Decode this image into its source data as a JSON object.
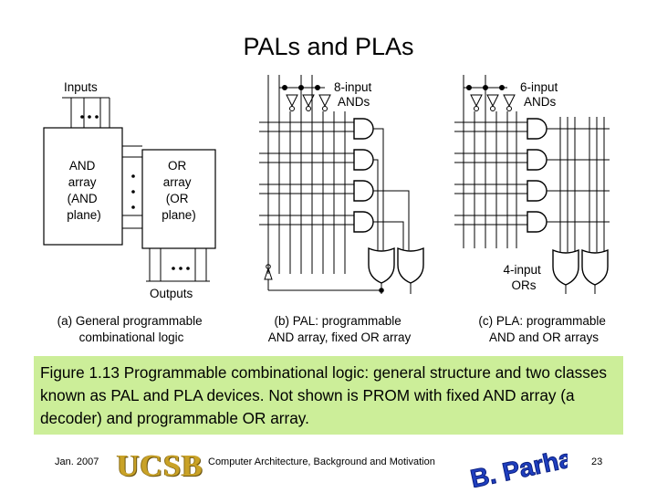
{
  "slide": {
    "title": "PALs and PLAs",
    "caption": "Figure 1.13    Programmable combinational logic: general structure and two classes known as PAL and PLA devices. Not shown is PROM with fixed AND array (a decoder) and programmable OR array."
  },
  "panel_a": {
    "inputs_label": "Inputs",
    "outputs_label": "Outputs",
    "and_array": [
      "AND",
      "array",
      "(AND",
      "plane)"
    ],
    "or_array": [
      "OR",
      "array",
      "(OR",
      "plane)"
    ],
    "caption": [
      "(a) General programmable",
      "combinational logic"
    ]
  },
  "panel_b": {
    "and_label": [
      "8-input",
      "ANDs"
    ],
    "caption": [
      "(b) PAL: programmable",
      "AND array, fixed OR array"
    ]
  },
  "panel_c": {
    "and_label": [
      "6-input",
      "ANDs"
    ],
    "or_label": [
      "4-input",
      "ORs"
    ],
    "caption": [
      "(c) PLA: programmable",
      "AND and OR arrays"
    ]
  },
  "footer": {
    "date": "Jan. 2007",
    "logo": "UCSB",
    "course": "Computer Architecture, Background and Motivation",
    "signature": "B. Parhami",
    "page": "23"
  },
  "colors": {
    "caption_bg": "#ccee99",
    "logo_gold": "#c9a227",
    "signature_blue": "#1f3fbf"
  }
}
